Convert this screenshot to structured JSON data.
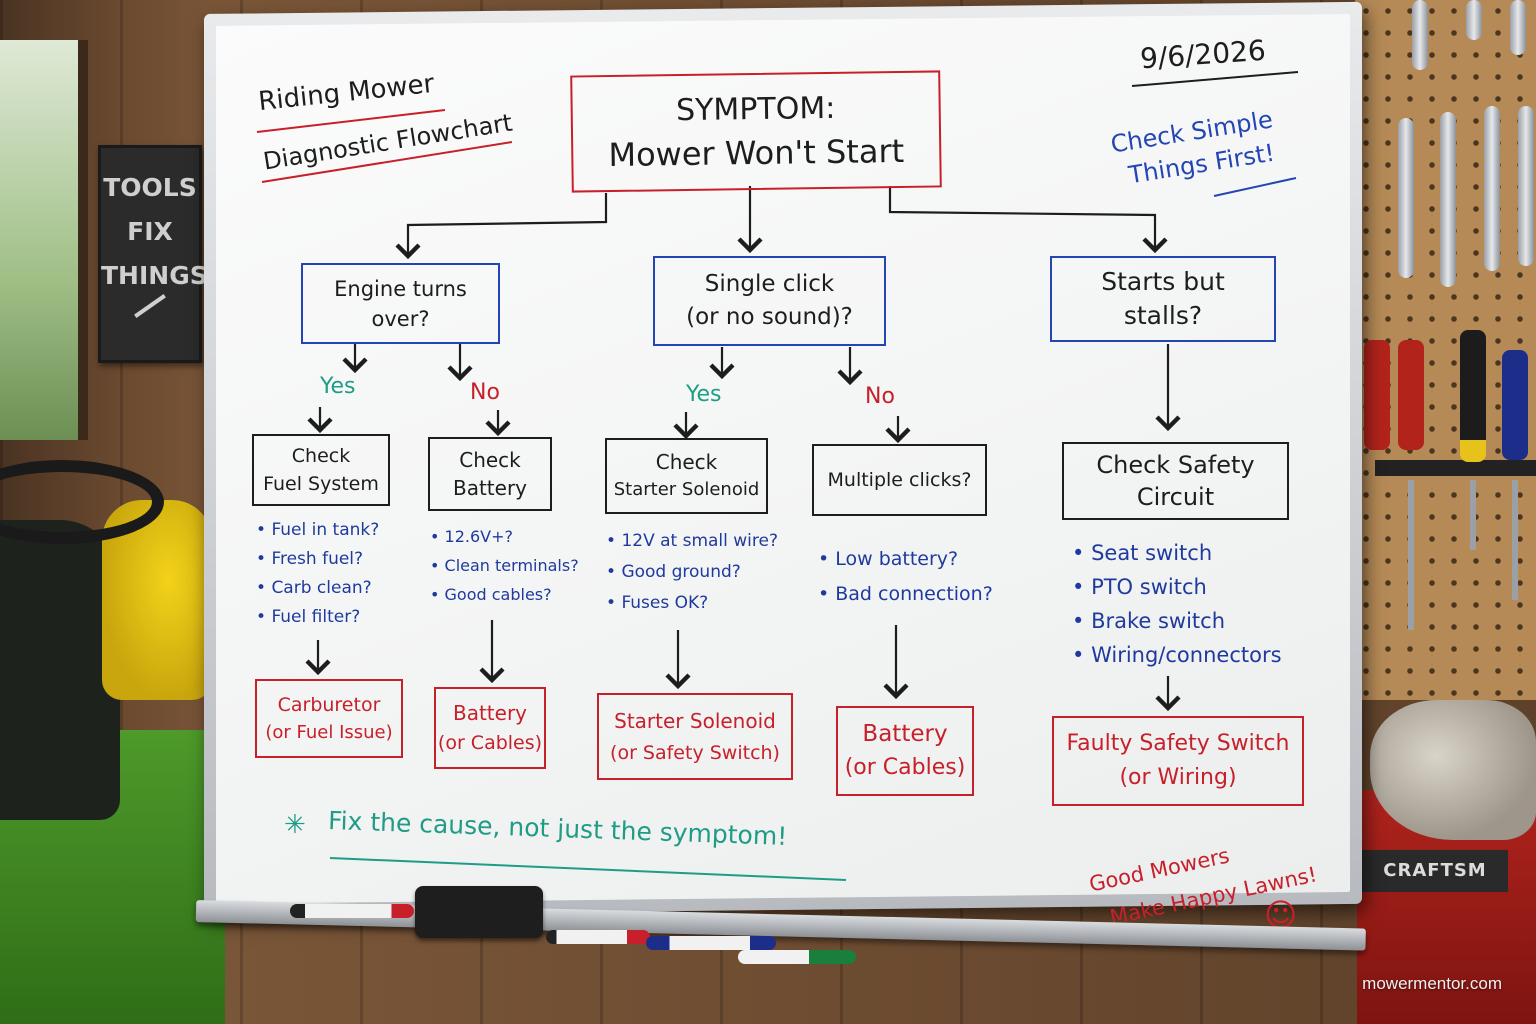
{
  "board": {
    "title_line1": "Riding Mower",
    "title_line2": "Diagnostic Flowchart",
    "date": "9/6/2026",
    "tip_line1": "Check Simple",
    "tip_line2": "Things First!",
    "symptom_line1": "SYMPTOM:",
    "symptom_line2": "Mower Won't Start",
    "footer_note": "Fix the cause, not just the symptom!",
    "footer_star": "✳",
    "signoff_line1": "Good Mowers",
    "signoff_line2": "Make Happy Lawns!",
    "smiley": "☺"
  },
  "branches": {
    "engine": {
      "question_line1": "Engine turns",
      "question_line2": "over?",
      "yes": {
        "label": "Yes",
        "check_line1": "Check",
        "check_line2": "Fuel System",
        "items": [
          "Fuel in tank?",
          "Fresh fuel?",
          "Carb clean?",
          "Fuel filter?"
        ],
        "result_line1": "Carburetor",
        "result_line2": "(or Fuel Issue)"
      },
      "no": {
        "label": "No",
        "check_line1": "Check",
        "check_line2": "Battery",
        "items": [
          "12.6V+?",
          "Clean terminals?",
          "Good cables?"
        ],
        "result_line1": "Battery",
        "result_line2": "(or Cables)"
      }
    },
    "click": {
      "question_line1": "Single click",
      "question_line2": "(or no sound)?",
      "yes": {
        "label": "Yes",
        "check_line1": "Check",
        "check_line2": "Starter Solenoid",
        "items": [
          "12V at small wire?",
          "Good ground?",
          "Fuses OK?"
        ],
        "result_line1": "Starter Solenoid",
        "result_line2": "(or Safety Switch)"
      },
      "no": {
        "label": "No",
        "check_line1": "Multiple clicks?",
        "items": [
          "Low battery?",
          "Bad connection?"
        ],
        "result_line1": "Battery",
        "result_line2": "(or Cables)"
      }
    },
    "stall": {
      "question_line1": "Starts but",
      "question_line2": "stalls?",
      "check_line1": "Check Safety",
      "check_line2": "Circuit",
      "items": [
        "Seat switch",
        "PTO switch",
        "Brake switch",
        "Wiring/connectors"
      ],
      "result_line1": "Faulty Safety Switch",
      "result_line2": "(or Wiring)"
    }
  },
  "background": {
    "sign_lines": [
      "TOOLS",
      "FIX",
      "THINGS"
    ],
    "toolbox_label": "CRAFTSM"
  },
  "watermark": "mowermentor.com",
  "colors": {
    "black_ink": "#1d1d1d",
    "blue_ink": "#2346b3",
    "red_ink": "#c8202a",
    "green_ink": "#1f9c86",
    "teal_yes": "#1f9c86"
  }
}
